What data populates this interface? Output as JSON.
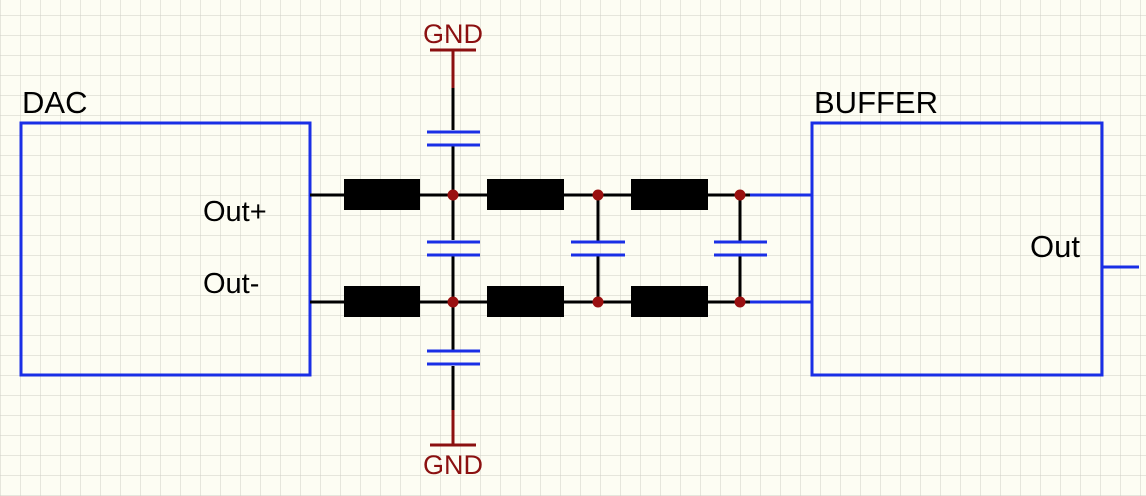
{
  "blocks": {
    "dac": {
      "title": "DAC",
      "pins": [
        "Out+",
        "Out-"
      ]
    },
    "buffer": {
      "title": "BUFFER",
      "pins": [
        "Out"
      ]
    }
  },
  "power": {
    "top": "GND",
    "bottom": "GND"
  },
  "colors": {
    "background": "#fdfdf3",
    "grid": "#cfcfc6",
    "block_outline": "#1a2fe6",
    "block_text": "#000000",
    "wire": "#000000",
    "wire_blue": "#1a2fe6",
    "resistor": "#000000",
    "capacitor": "#1a2fe6",
    "gnd": "#8b1010",
    "junction": "#9a1010"
  }
}
